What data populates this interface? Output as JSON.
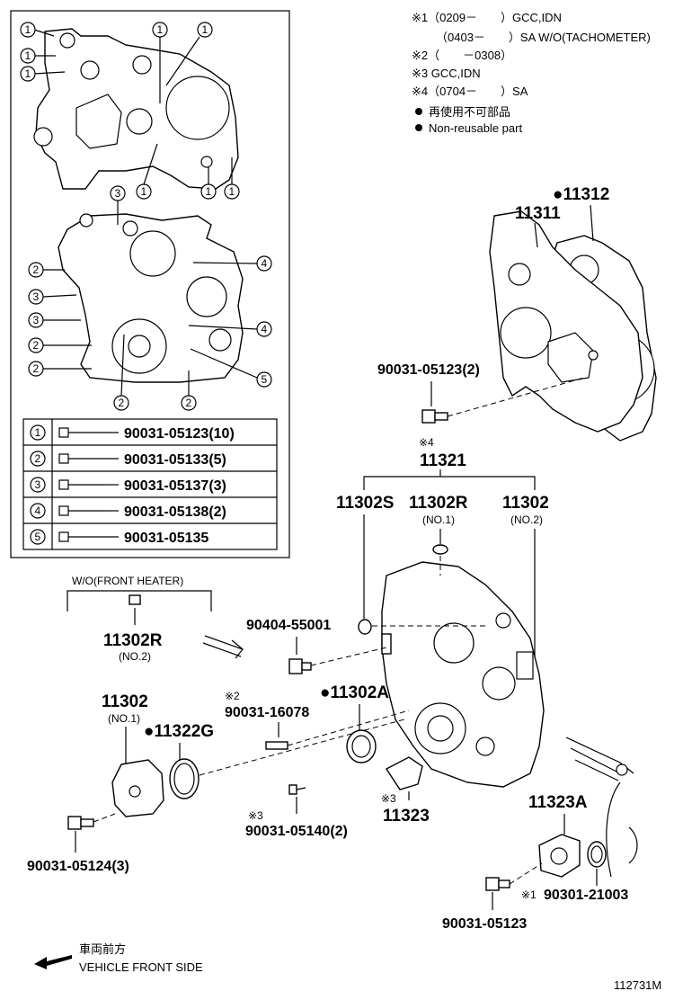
{
  "notes": {
    "n1a": "※1（0209－　　）GCC,IDN",
    "n1b": "（0403－　　）SA W/O(TACHOMETER)",
    "n2": "※2（　　－0308）",
    "n3": "※3 GCC,IDN",
    "n4": "※4（0704－　　）SA",
    "nonreuse_jp": "再使用不可部品",
    "nonreuse_en": "Non-reusable part"
  },
  "bolt_table": [
    {
      "num": "1",
      "part": "90031-05123(10)"
    },
    {
      "num": "2",
      "part": "90031-05133(5)"
    },
    {
      "num": "3",
      "part": "90031-05137(3)"
    },
    {
      "num": "4",
      "part": "90031-05138(2)"
    },
    {
      "num": "5",
      "part": "90031-05135"
    }
  ],
  "inset_callouts": [
    "1",
    "2",
    "3",
    "4",
    "5"
  ],
  "parts": {
    "p11312": "●11312",
    "p11311": "11311",
    "p90031_05123_2": "90031-05123(2)",
    "p11321_note": "※4",
    "p11321": "11321",
    "p11302S": "11302S",
    "p11302R": "11302R",
    "p11302R_sub": "(NO.1)",
    "p11302": "11302",
    "p11302_sub": "(NO.2)",
    "wo_front_heater": "W/O(FRONT HEATER)",
    "p11302R_b": "11302R",
    "p11302R_b_sub": "(NO.2)",
    "p90404": "90404-55001",
    "p11302_b": "11302",
    "p11302_b_sub": "(NO.1)",
    "p11322G": "●11322G",
    "p16078_note": "※2",
    "p16078": "90031-16078",
    "p11302A": "●11302A",
    "p05140_note": "※3",
    "p05140": "90031-05140(2)",
    "p11323_note": "※3",
    "p11323": "11323",
    "p11323A": "11323A",
    "p21003_note": "※1",
    "p21003": "90301-21003",
    "p05124": "90031-05124(3)",
    "p05123_b": "90031-05123"
  },
  "front": {
    "jp": "車両前方",
    "en": "VEHICLE FRONT SIDE"
  },
  "figure_id": "112731M"
}
